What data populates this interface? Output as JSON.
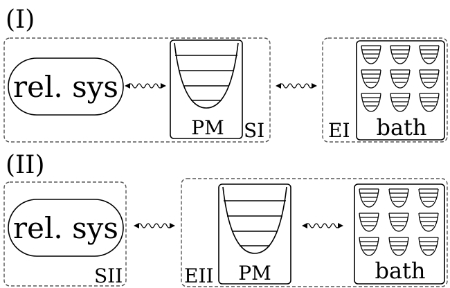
{
  "panels": [
    {
      "label": "(I)",
      "system_label": "rel. sys",
      "pm_label": "PM",
      "system_region_label": "SI",
      "environment_region_label": "EI",
      "bath_label": "bath"
    },
    {
      "label": "(II)",
      "system_label": "rel. sys",
      "pm_label": "PM",
      "system_region_label": "SII",
      "environment_region_label": "EII",
      "bath_label": "bath"
    }
  ]
}
